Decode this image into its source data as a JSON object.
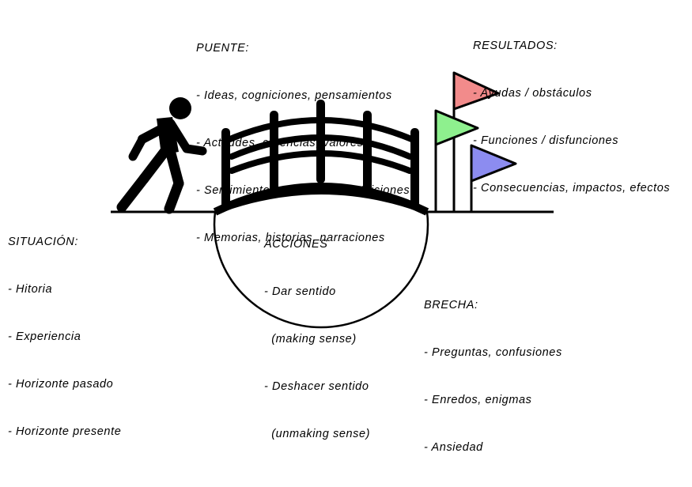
{
  "puente": {
    "title": "PUENTE:",
    "items": [
      "- Ideas, cogniciones, pensamientos",
      "- Actitudes, creencias, valores",
      "- Sentimientos, emociones, intuiciones",
      "- Memorias, historias, narraciones"
    ]
  },
  "resultados": {
    "title": "RESULTADOS:",
    "items": [
      "- Ayudas / obstáculos",
      "- Funciones / disfunciones",
      "- Consecuencias, impactos, efectos"
    ]
  },
  "situacion": {
    "title": "SITUACIÓN:",
    "items": [
      "- Hitoria",
      "- Experiencia",
      "- Horizonte pasado",
      "- Horizonte presente"
    ]
  },
  "acciones": {
    "title": "ACCIONES",
    "items": [
      "- Dar sentido",
      "  (making sense)",
      "- Deshacer sentido",
      "  (unmaking sense)"
    ]
  },
  "brecha": {
    "title": "BRECHA:",
    "items": [
      "- Preguntas, confusiones",
      "- Enredos, enigmas",
      "- Ansiedad"
    ]
  },
  "colors": {
    "flag_top": "#f28b8b",
    "flag_middle": "#8ef08e",
    "flag_bottom": "#8c8cf0",
    "ink": "#000000"
  },
  "icons": [
    "walking-person-icon",
    "bridge-icon",
    "flag-icon"
  ]
}
